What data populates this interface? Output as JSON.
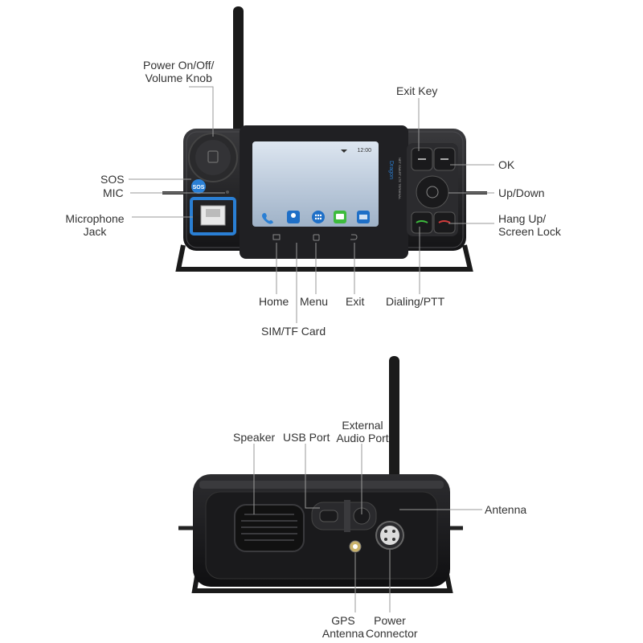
{
  "front_labels": {
    "power_knob": [
      "Power On/Off/",
      "Volume Knob"
    ],
    "exit_key": "Exit Key",
    "sos": "SOS",
    "mic": "MIC",
    "microphone_jack": [
      "Microphone",
      "Jack"
    ],
    "ok": "OK",
    "up_down": "Up/Down",
    "hang_up": [
      "Hang Up/",
      "Screen Lock"
    ],
    "home": "Home",
    "menu": "Menu",
    "exit": "Exit",
    "dialing_ptt": "Dialing/PTT",
    "sim_tf": "SIM/TF Card"
  },
  "back_labels": {
    "speaker": "Speaker",
    "usb_port": "USB Port",
    "external_audio": [
      "External",
      "Audio Port"
    ],
    "antenna": "Antenna",
    "gps_antenna": [
      "GPS",
      "Antenna"
    ],
    "power_connector": [
      "Power",
      "Connector"
    ]
  },
  "screen": {
    "time": "12:00",
    "brand": "Dragon",
    "model_line": "NET SMART LTE TERMINAL",
    "sos_button": "SOS"
  },
  "colors": {
    "body": "#1c1c1e",
    "accent_blue": "#2a7fd4",
    "screen_top": "#c9d7e6",
    "leader_line": "#999999"
  }
}
